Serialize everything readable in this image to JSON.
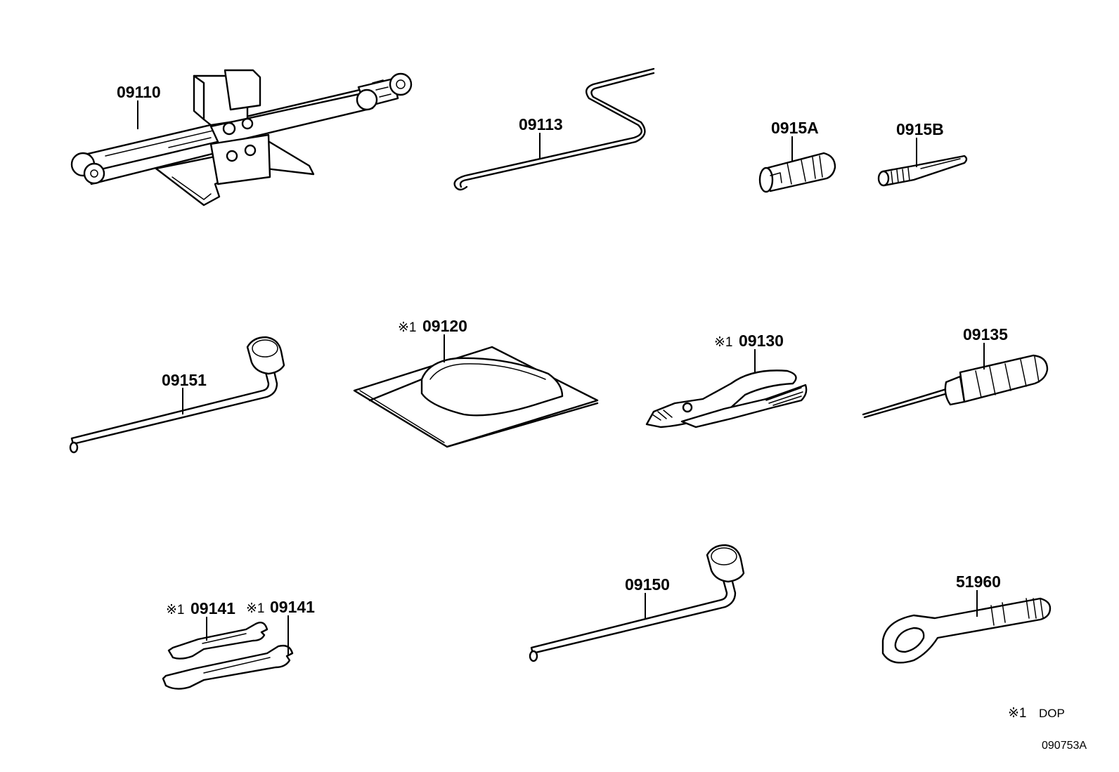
{
  "diagram": {
    "parts": [
      {
        "id": "jack",
        "number": "09110",
        "mark": ""
      },
      {
        "id": "jack-handle",
        "number": "09113",
        "mark": ""
      },
      {
        "id": "valve-tool-a",
        "number": "0915A",
        "mark": ""
      },
      {
        "id": "valve-tool-b",
        "number": "0915B",
        "mark": ""
      },
      {
        "id": "wheel-wrench-a",
        "number": "09151",
        "mark": ""
      },
      {
        "id": "tool-bag",
        "number": "09120",
        "mark": "※1"
      },
      {
        "id": "pliers",
        "number": "09130",
        "mark": "※1"
      },
      {
        "id": "screwdriver",
        "number": "09135",
        "mark": ""
      },
      {
        "id": "spanner-1",
        "number": "09141",
        "mark": "※1"
      },
      {
        "id": "spanner-2",
        "number": "09141",
        "mark": "※1"
      },
      {
        "id": "wheel-wrench-b",
        "number": "09150",
        "mark": ""
      },
      {
        "id": "towing-eye",
        "number": "51960",
        "mark": ""
      }
    ],
    "legend": {
      "mark": "※1",
      "text": "DOP"
    },
    "illustration_code": "090753A"
  }
}
